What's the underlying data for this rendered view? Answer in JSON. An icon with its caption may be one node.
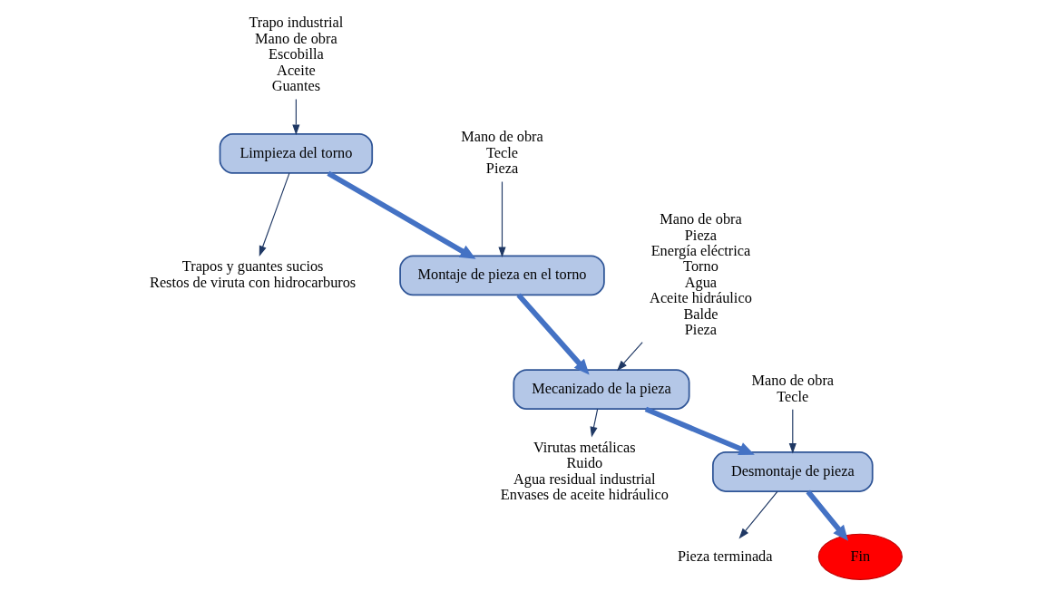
{
  "diagram": {
    "nodes": [
      {
        "text": [
          "Trapo industrial",
          "Mano de obra",
          "Escobilla",
          "Aceite",
          "Guantes"
        ]
      },
      {
        "text": [
          "Limpieza del torno"
        ]
      },
      {
        "text": [
          "Trapos y guantes sucios",
          "Restos de viruta con hidrocarburos"
        ]
      },
      {
        "text": [
          "Mano de obra",
          "Tecle",
          "Pieza"
        ]
      },
      {
        "text": [
          "Montaje de pieza en el torno"
        ]
      },
      {
        "text": [
          "Mano de obra",
          "Pieza",
          "Energía eléctrica",
          "Torno",
          "Agua",
          "Aceite hidráulico",
          "Balde",
          "Pieza"
        ]
      },
      {
        "text": [
          "Mecanizado de la pieza"
        ]
      },
      {
        "text": [
          "Virutas metálicas",
          "Ruido",
          "Agua residual industrial",
          "Envases de aceite hidráulico"
        ]
      },
      {
        "text": [
          "Mano de obra",
          "Tecle"
        ]
      },
      {
        "text": [
          "Desmontaje de pieza"
        ]
      },
      {
        "text": [
          "Pieza terminada"
        ]
      },
      {
        "text": [
          "Fin"
        ]
      }
    ],
    "edges": [
      {
        "from": 0,
        "to": 1,
        "arrow": "to"
      },
      {
        "from": 1,
        "to": 2,
        "arrow": "to"
      },
      {
        "from": 1,
        "to": 4,
        "arrow": "to",
        "style": "thick",
        "color": "#4472c4"
      },
      {
        "from": 3,
        "to": 4,
        "arrow": "to"
      },
      {
        "from": 4,
        "to": 6,
        "arrow": "to",
        "style": "thick",
        "color": "#4472c4"
      },
      {
        "from": 5,
        "to": 6,
        "arrow": "to"
      },
      {
        "from": 6,
        "to": 7,
        "arrow": "to"
      },
      {
        "from": 6,
        "to": 9,
        "arrow": "to",
        "style": "thick",
        "color": "#4472c4"
      },
      {
        "from": 8,
        "to": 9,
        "arrow": "to"
      },
      {
        "from": 9,
        "to": 10,
        "arrow": "to"
      },
      {
        "from": 9,
        "to": 11,
        "arrow": "to",
        "style": "thick",
        "color": "#4472c4"
      }
    ]
  }
}
